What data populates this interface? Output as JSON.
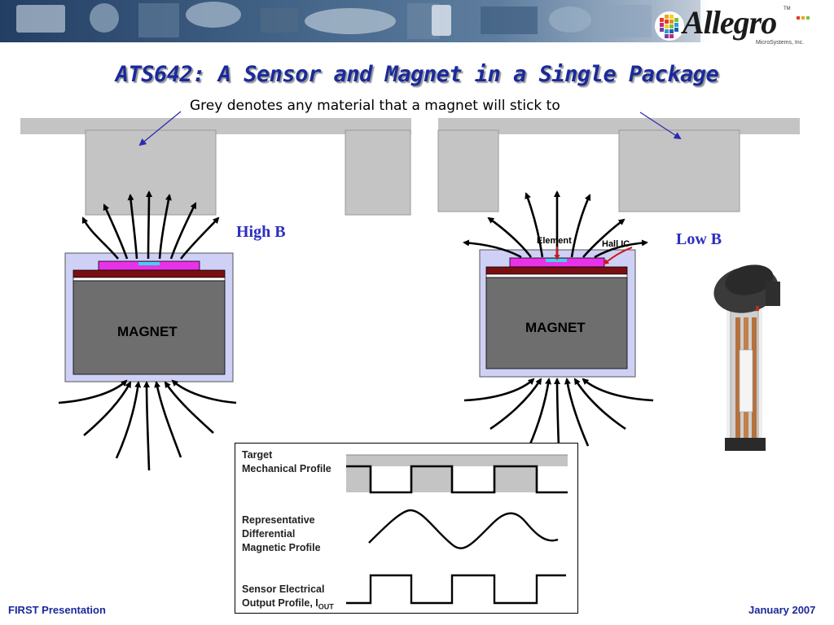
{
  "header": {
    "logo_text": "Allegro",
    "logo_subtext": "MicroSystems, Inc.",
    "logo_tm": "TM"
  },
  "slide": {
    "title": "ATS642: A Sensor and Magnet in a Single Package",
    "subtitle": "Grey denotes any material that a magnet will stick to"
  },
  "left_diagram": {
    "field_label": "High B",
    "magnet_label": "MAGNET"
  },
  "right_diagram": {
    "field_label": "Low B",
    "magnet_label": "MAGNET",
    "element_label": "Element",
    "hall_ic_label": "Hall IC"
  },
  "waveform_box": {
    "row1_line1": "Target",
    "row1_line2": "Mechanical Profile",
    "row2_line1": "Representative",
    "row2_line2": "Differential",
    "row2_line3": "Magnetic Profile",
    "row3_line1": "Sensor Electrical",
    "row3_line2_prefix": "Output Profile, I",
    "row3_line2_sub": "OUT"
  },
  "footer": {
    "left": "FIRST Presentation",
    "right": "January 2007"
  },
  "colors": {
    "title": "#1a2a9a",
    "field_label": "#2b2fc0",
    "target_grey": "#c4c4c4",
    "magnet_grey": "#6e6e6e",
    "package_lavender": "#cfd0f5",
    "die_magenta": "#e832e8",
    "substrate_maroon": "#7a0f12",
    "element_cyan": "#3cd6ea"
  }
}
